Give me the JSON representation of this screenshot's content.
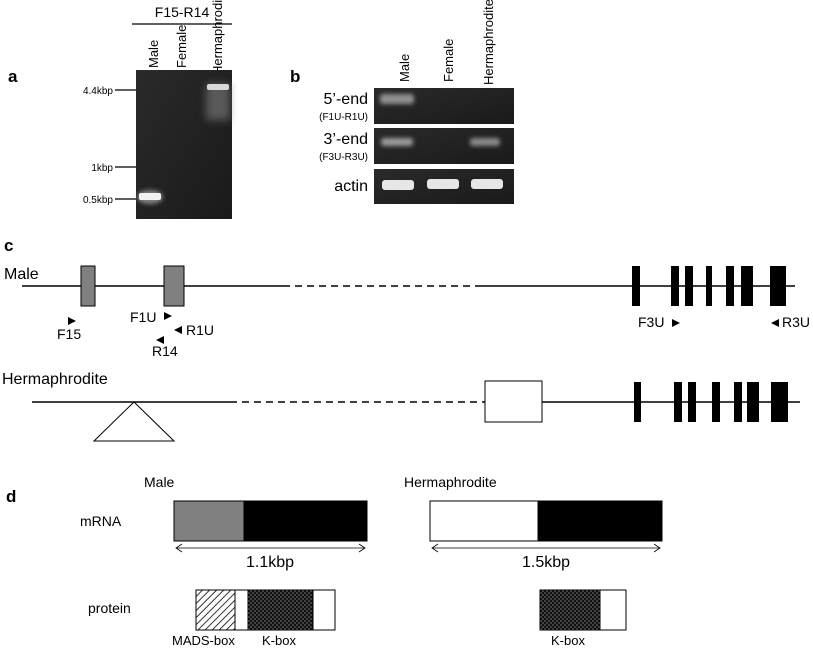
{
  "panel_a": {
    "letter": "a",
    "primer_pair": "F15-R14",
    "lanes": [
      "Male",
      "Female",
      "Hermaphrodite"
    ],
    "size_markers": [
      "4.4kbp",
      "1kbp",
      "0.5kbp"
    ]
  },
  "panel_b": {
    "letter": "b",
    "lanes": [
      "Male",
      "Female",
      "Hermaphrodite"
    ],
    "rows": [
      {
        "label": "5’-end",
        "sublabel": "(F1U-R1U)"
      },
      {
        "label": "3’-end",
        "sublabel": "(F3U-R3U)"
      },
      {
        "label": "actin",
        "sublabel": ""
      }
    ]
  },
  "panel_c": {
    "letter": "c",
    "male_label": "Male",
    "herm_label": "Hermaphrodite",
    "primers": {
      "f15": "F15",
      "f1u": "F1U",
      "r1u": "R1U",
      "r14": "R14",
      "f3u": "F3U",
      "r3u": "R3U"
    }
  },
  "panel_d": {
    "letter": "d",
    "male_label": "Male",
    "herm_label": "Hermaphrodite",
    "mrna_label": "mRNA",
    "protein_label": "protein",
    "male_length": "1.1kbp",
    "herm_length": "1.5kbp",
    "mads_box": "MADS-box",
    "k_box_male": "K-box",
    "k_box_herm": "K-box"
  }
}
